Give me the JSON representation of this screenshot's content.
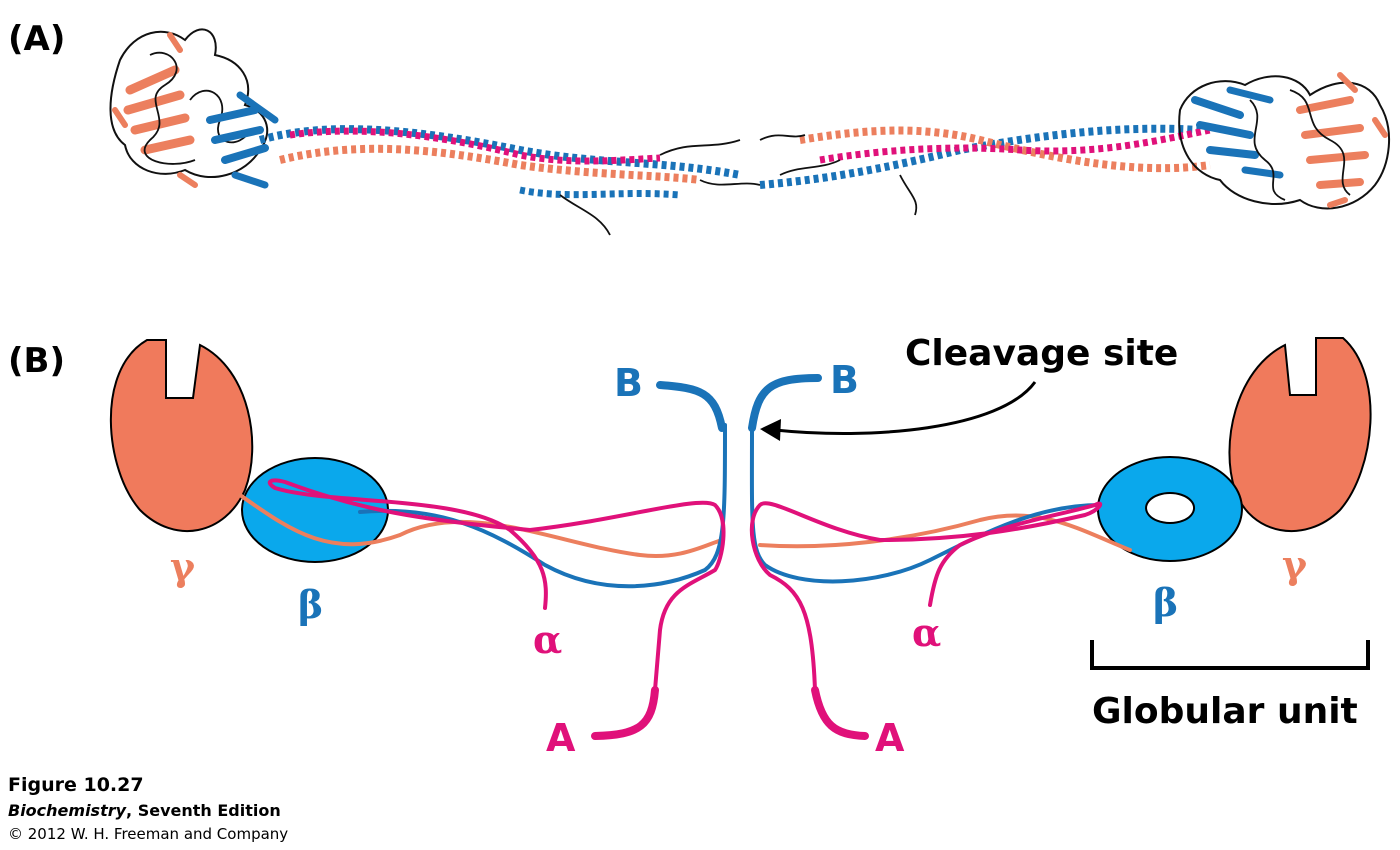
{
  "panels": {
    "a_label": "(A)",
    "b_label": "(B)"
  },
  "labels": {
    "cleavage_site": "Cleavage site",
    "globular_unit": "Globular unit",
    "B": "B",
    "A": "A",
    "alpha": "α",
    "beta": "β",
    "gamma": "γ"
  },
  "caption": {
    "figure": "Figure 10.27",
    "book_title": "Biochemistry",
    "book_edition": ", Seventh Edition",
    "copyright": "© 2012 W. H. Freeman and Company"
  },
  "colors": {
    "alpha_chain": "#e0117a",
    "beta_chain": "#1a73b8",
    "gamma_chain": "#ec7f5e",
    "gamma_domain": "#f07a5c",
    "beta_domain": "#0aa8ec",
    "backbone": "#111111"
  }
}
